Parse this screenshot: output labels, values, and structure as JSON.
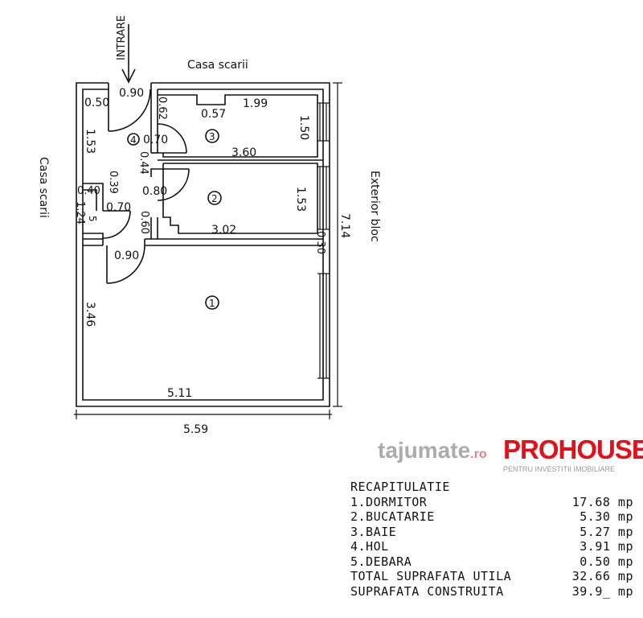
{
  "plan": {
    "entrance_label": "INTRARE",
    "stairwell_top": "Casa scarii",
    "stairwell_left": "Casa scarii",
    "exterior_label": "Exterior bloc",
    "room_numbers": [
      "1",
      "2",
      "3",
      "4",
      "5"
    ],
    "dimensions": {
      "entrance_door": "0.90",
      "hall_top_left": "0.50",
      "bath_wall": "0.62",
      "bath_niche": "0.57",
      "bath_length_top": "1.99",
      "bath_width": "1.50",
      "hall_width": "1.53",
      "bath_door": "0.70",
      "bath_length": "3.60",
      "hall_wall": "0.44",
      "storage_wall": "0.39",
      "storage_left": "0.40",
      "kitchen_door": "0.80",
      "kitchen_width": "1.53",
      "storage_door": "0.70",
      "storage_depth": "1.24",
      "kitchen_wall": "0.60",
      "kitchen_length": "3.02",
      "exterior_wall": "0.30",
      "bedroom_door": "0.90",
      "bedroom_width": "3.46",
      "bedroom_length": "5.11",
      "total_width": "5.59",
      "total_depth": "7.14"
    }
  },
  "recap": {
    "title": "RECAPITULATIE",
    "rows": [
      {
        "label": "1.DORMITOR",
        "value": "17.68 mp"
      },
      {
        "label": "2.BUCATARIE",
        "value": "5.30 mp"
      },
      {
        "label": "3.BAIE",
        "value": "5.27 mp"
      },
      {
        "label": "4.HOL",
        "value": "3.91 mp"
      },
      {
        "label": "5.DEBARA",
        "value": "0.50 mp"
      },
      {
        "label": "TOTAL SUPRAFATA UTILA",
        "value": "32.66 mp"
      },
      {
        "label": "SUPRAFATA CONSTRUITA",
        "value": "39.9_ mp"
      }
    ]
  },
  "watermark": {
    "logo": "PROHOUSE",
    "site": "tajumate",
    "site_tld": ".ro",
    "tagline": "PENTRU INVESTITII IMOBILIARE"
  }
}
